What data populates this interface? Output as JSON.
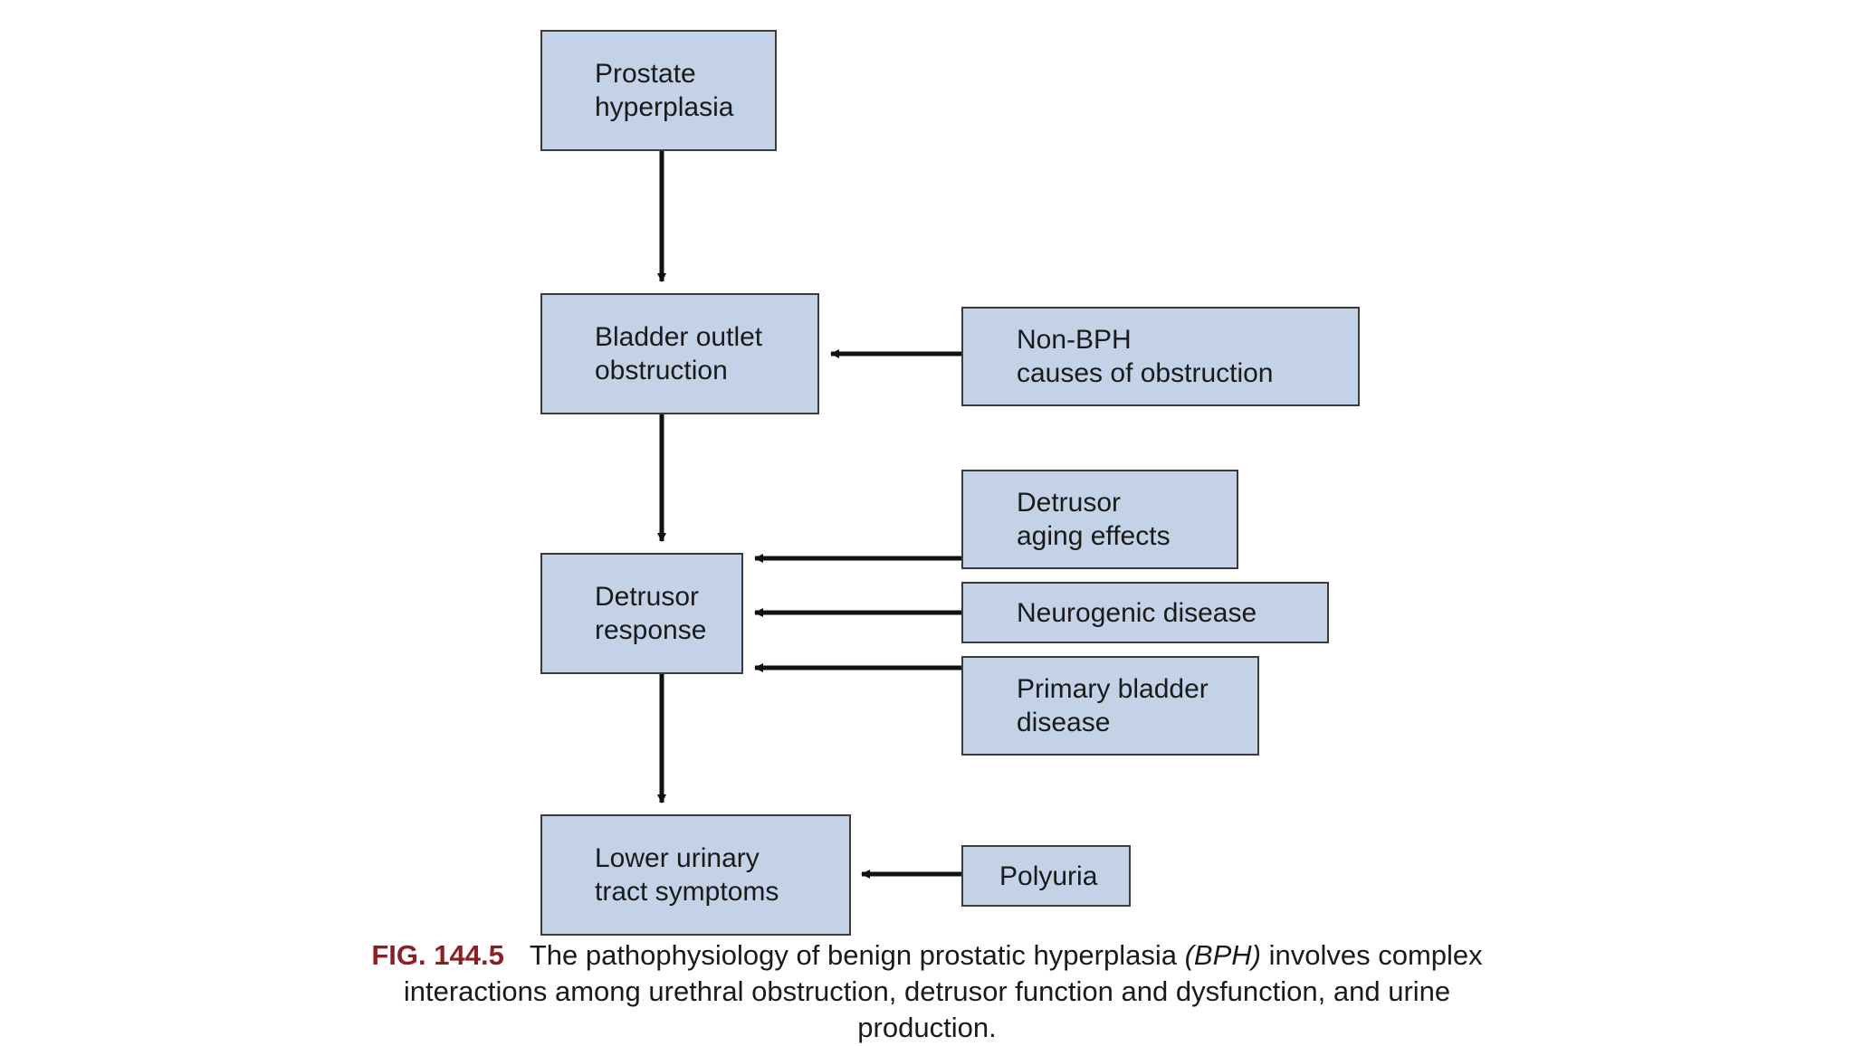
{
  "diagram": {
    "nodes": {
      "prostate": "Prostate\nhyperplasia",
      "bladder": "Bladder outlet\nobstruction",
      "detrusor": "Detrusor\nresponse",
      "luts": "Lower urinary\ntract symptoms",
      "nonbph": "Non-BPH\ncauses of obstruction",
      "aging": "Detrusor\naging effects",
      "neuro": "Neurogenic disease",
      "primary": "Primary bladder\ndisease",
      "polyuria": "Polyuria"
    },
    "edges": [
      {
        "from": "prostate",
        "to": "bladder"
      },
      {
        "from": "bladder",
        "to": "detrusor"
      },
      {
        "from": "detrusor",
        "to": "luts"
      },
      {
        "from": "nonbph",
        "to": "bladder"
      },
      {
        "from": "aging",
        "to": "detrusor"
      },
      {
        "from": "neuro",
        "to": "detrusor"
      },
      {
        "from": "primary",
        "to": "detrusor"
      },
      {
        "from": "polyuria",
        "to": "luts"
      }
    ],
    "colors": {
      "box_fill": "#c3d2e7",
      "box_border": "#3b3b3b",
      "arrow": "#111111",
      "caption_label": "#8c1f24"
    }
  },
  "caption": {
    "label": "FIG. 144.5",
    "text_part1": "The pathophysiology of benign prostatic hyperplasia ",
    "abbrev": "(BPH)",
    "text_part2": " involves complex interactions among urethral obstruction, detrusor function and dysfunction, and urine production."
  }
}
